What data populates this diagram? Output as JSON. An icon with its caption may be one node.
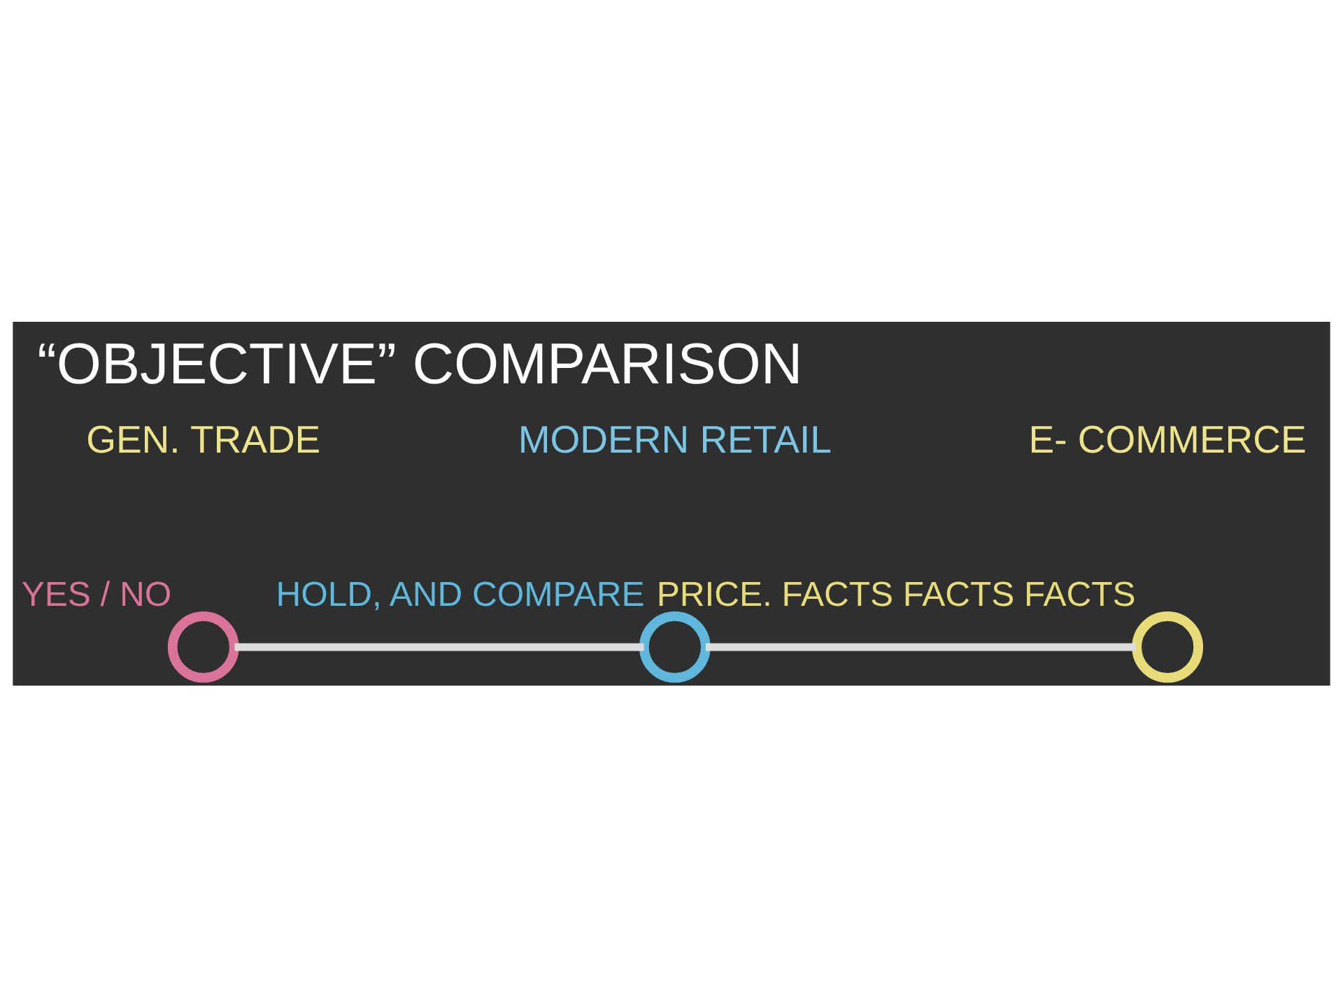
{
  "diagram": {
    "title": "“OBJECTIVE” COMPARISON",
    "nodes": [
      {
        "text": [],
        "shape": "circle",
        "beside": [
          "YES / NO"
        ]
      },
      {
        "text": [],
        "shape": "circle",
        "beside": [
          "HOLD, AND COMPARE"
        ]
      },
      {
        "text": [],
        "shape": "circle",
        "beside": [
          "PRICE. FACTS FACTS FACTS"
        ]
      }
    ],
    "edges": [
      {
        "from": 0,
        "to": 1,
        "arrow": "none"
      },
      {
        "from": 1,
        "to": 2,
        "arrow": "none"
      }
    ],
    "labels": [
      "GEN. TRADE",
      "MODERN RETAIL",
      "E- COMMERCE"
    ]
  }
}
